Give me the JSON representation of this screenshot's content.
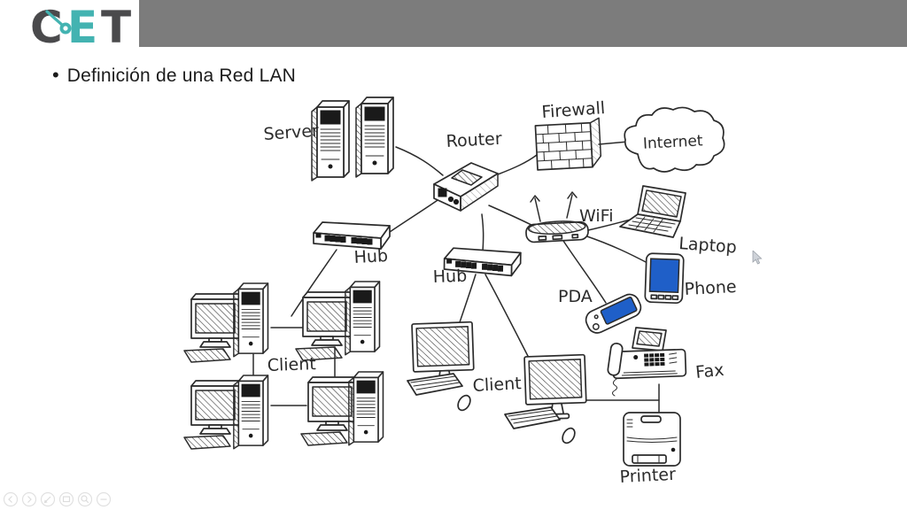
{
  "header": {
    "logo": {
      "letter_c": "C",
      "letter_e": "E",
      "letter_t": "T"
    },
    "colors": {
      "logo_dark": "#4a4a4c",
      "logo_teal": "#43b3b1",
      "bar_gray": "#7c7c7c"
    }
  },
  "slide": {
    "bullet": "•",
    "title": "Definición de una Red LAN"
  },
  "diagram": {
    "labels": {
      "server": "Server",
      "router": "Router",
      "firewall": "Firewall",
      "internet": "Internet",
      "wifi": "WiFi",
      "laptop": "Laptop",
      "phone": "Phone",
      "pda": "PDA",
      "hub_top": "Hub",
      "hub_mid": "Hub",
      "clients_left": "Client",
      "clients_mid": "Client",
      "fax": "Fax",
      "printer": "Printer"
    },
    "colors": {
      "ink": "#2b2b2b",
      "screen_blue": "#1f5fc8"
    }
  },
  "controls": {
    "icons": [
      "previous",
      "next",
      "pen",
      "slides",
      "zoom",
      "collapse"
    ]
  }
}
